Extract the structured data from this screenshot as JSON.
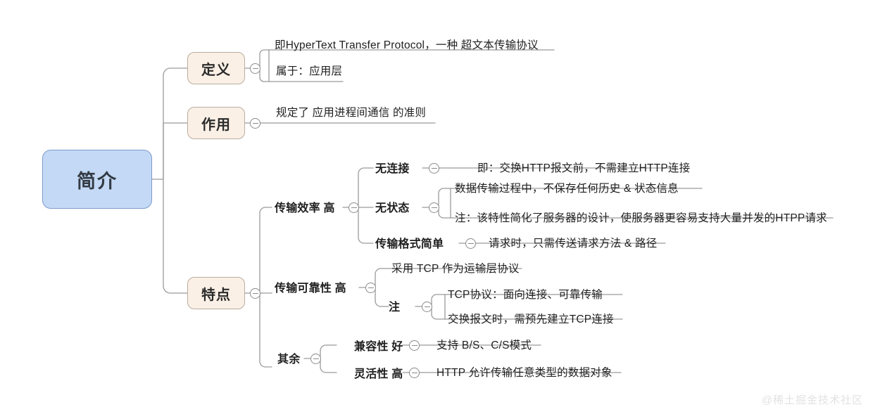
{
  "root": {
    "label": "简介"
  },
  "branches": [
    {
      "id": "definition",
      "label": "定义"
    },
    {
      "id": "role",
      "label": "作用"
    },
    {
      "id": "features",
      "label": "特点"
    }
  ],
  "definition_leaves": [
    {
      "id": "def-1",
      "text": "即HyperText Transfer Protocol，一种 超文本传输协议"
    },
    {
      "id": "def-2",
      "text": "属于：应用层"
    }
  ],
  "role_leaves": [
    {
      "id": "role-1",
      "text": "规定了 应用进程间通信 的准则"
    }
  ],
  "feature_groups": [
    {
      "id": "efficiency",
      "label": "传输效率 高",
      "children": [
        {
          "id": "eff-1",
          "label": "无连接",
          "leaves": [
            {
              "id": "eff-1-a",
              "text": "即：交换HTTP报文前，不需建立HTTP连接"
            }
          ]
        },
        {
          "id": "eff-2",
          "label": "无状态",
          "leaves": [
            {
              "id": "eff-2-a",
              "text": "数据传输过程中，不保存任何历史 & 状态信息"
            },
            {
              "id": "eff-2-b",
              "text": "注：该特性简化了服务器的设计，使服务器更容易支持大量并发的HTPP请求"
            }
          ]
        },
        {
          "id": "eff-3",
          "label": "传输格式简单",
          "leaves": [
            {
              "id": "eff-3-a",
              "text": "请求时，只需传送请求方法 & 路径"
            }
          ]
        }
      ]
    },
    {
      "id": "reliability",
      "label": "传输可靠性 高",
      "children": [
        {
          "id": "rel-1",
          "label": "采用 TCP 作为运输层协议",
          "leaves": []
        },
        {
          "id": "rel-2",
          "label": "注",
          "leaves": [
            {
              "id": "rel-2-a",
              "text": "TCP协议：面向连接、可靠传输"
            },
            {
              "id": "rel-2-b",
              "text": "交换报文时，需预先建立TCP连接"
            }
          ]
        }
      ]
    },
    {
      "id": "others",
      "label": "其余",
      "children": [
        {
          "id": "oth-1",
          "label": "兼容性 好",
          "leaves": [
            {
              "id": "oth-1-a",
              "text": "支持 B/S、C/S模式"
            }
          ]
        },
        {
          "id": "oth-2",
          "label": "灵活性 高",
          "leaves": [
            {
              "id": "oth-2-a",
              "text": "HTTP 允许传输任意类型的数据对象"
            }
          ]
        }
      ]
    }
  ],
  "watermark": {
    "text": "@稀土掘金技术社区"
  },
  "colors": {
    "root_fill": "#c3d9f5",
    "root_stroke": "#7e9bc9",
    "branch_fill": "#fbf0e6",
    "branch_stroke": "#b9ada0",
    "link": "#9a9a9a",
    "text": "#1f1f1f",
    "watermark": "#e2e2e2"
  }
}
